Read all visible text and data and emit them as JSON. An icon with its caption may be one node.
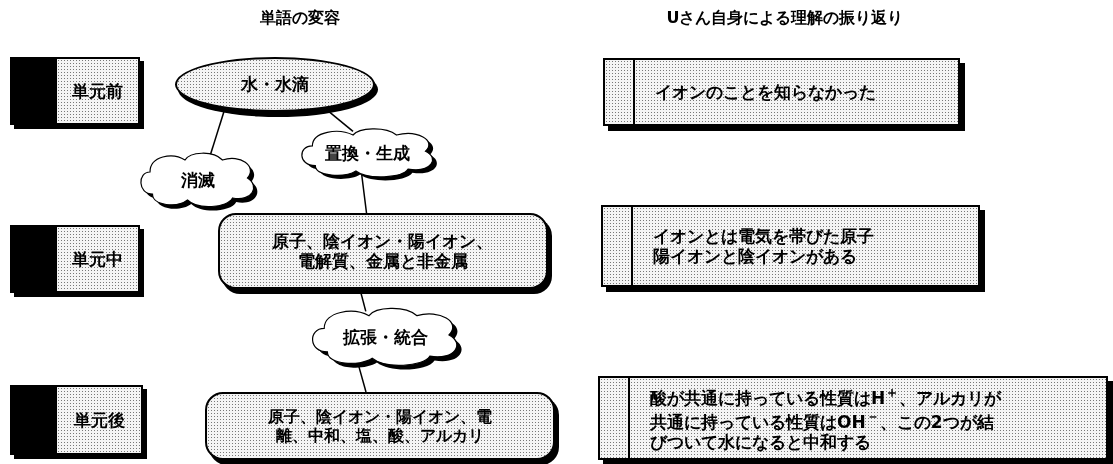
{
  "diagram": {
    "nodes": [
      {
        "text": [
          "単元前"
        ]
      },
      {
        "text": [
          "水・水滴"
        ]
      },
      {
        "text": [
          "イオンのことを知らなかった"
        ]
      },
      {
        "text": [
          "消滅"
        ]
      },
      {
        "text": [
          "置換・生成"
        ]
      },
      {
        "text": [
          "単元中"
        ]
      },
      {
        "text": [
          "原子、陰イオン・陽イオン、電解質、金属と非金属"
        ]
      },
      {
        "text": [
          "イオンとは電気を帯びた原子",
          "陽イオンと陰イオンがある"
        ]
      },
      {
        "text": [
          "拡張・統合"
        ]
      },
      {
        "text": [
          "単元後"
        ]
      },
      {
        "text": [
          "原子、陰イオン・陽イオン、電離、中和、塩、酸、アルカリ"
        ]
      },
      {
        "text": [
          "酸が共通に持っている性質はH$^{＋}$、アルカリが共通に持っている性質はOH$^{－}$、この2つが結びついて水になると中和する"
        ]
      }
    ],
    "edges": [
      {
        "from": 1,
        "to": 3,
        "arrow": "none"
      },
      {
        "from": 1,
        "to": 4,
        "arrow": "none"
      },
      {
        "from": 4,
        "to": 6,
        "arrow": "none"
      },
      {
        "from": 6,
        "to": 8,
        "arrow": "none"
      },
      {
        "from": 8,
        "to": 10,
        "arrow": "none"
      }
    ],
    "labels": [
      "単語の変容",
      "Uさん自身による理解の振り返り"
    ]
  }
}
